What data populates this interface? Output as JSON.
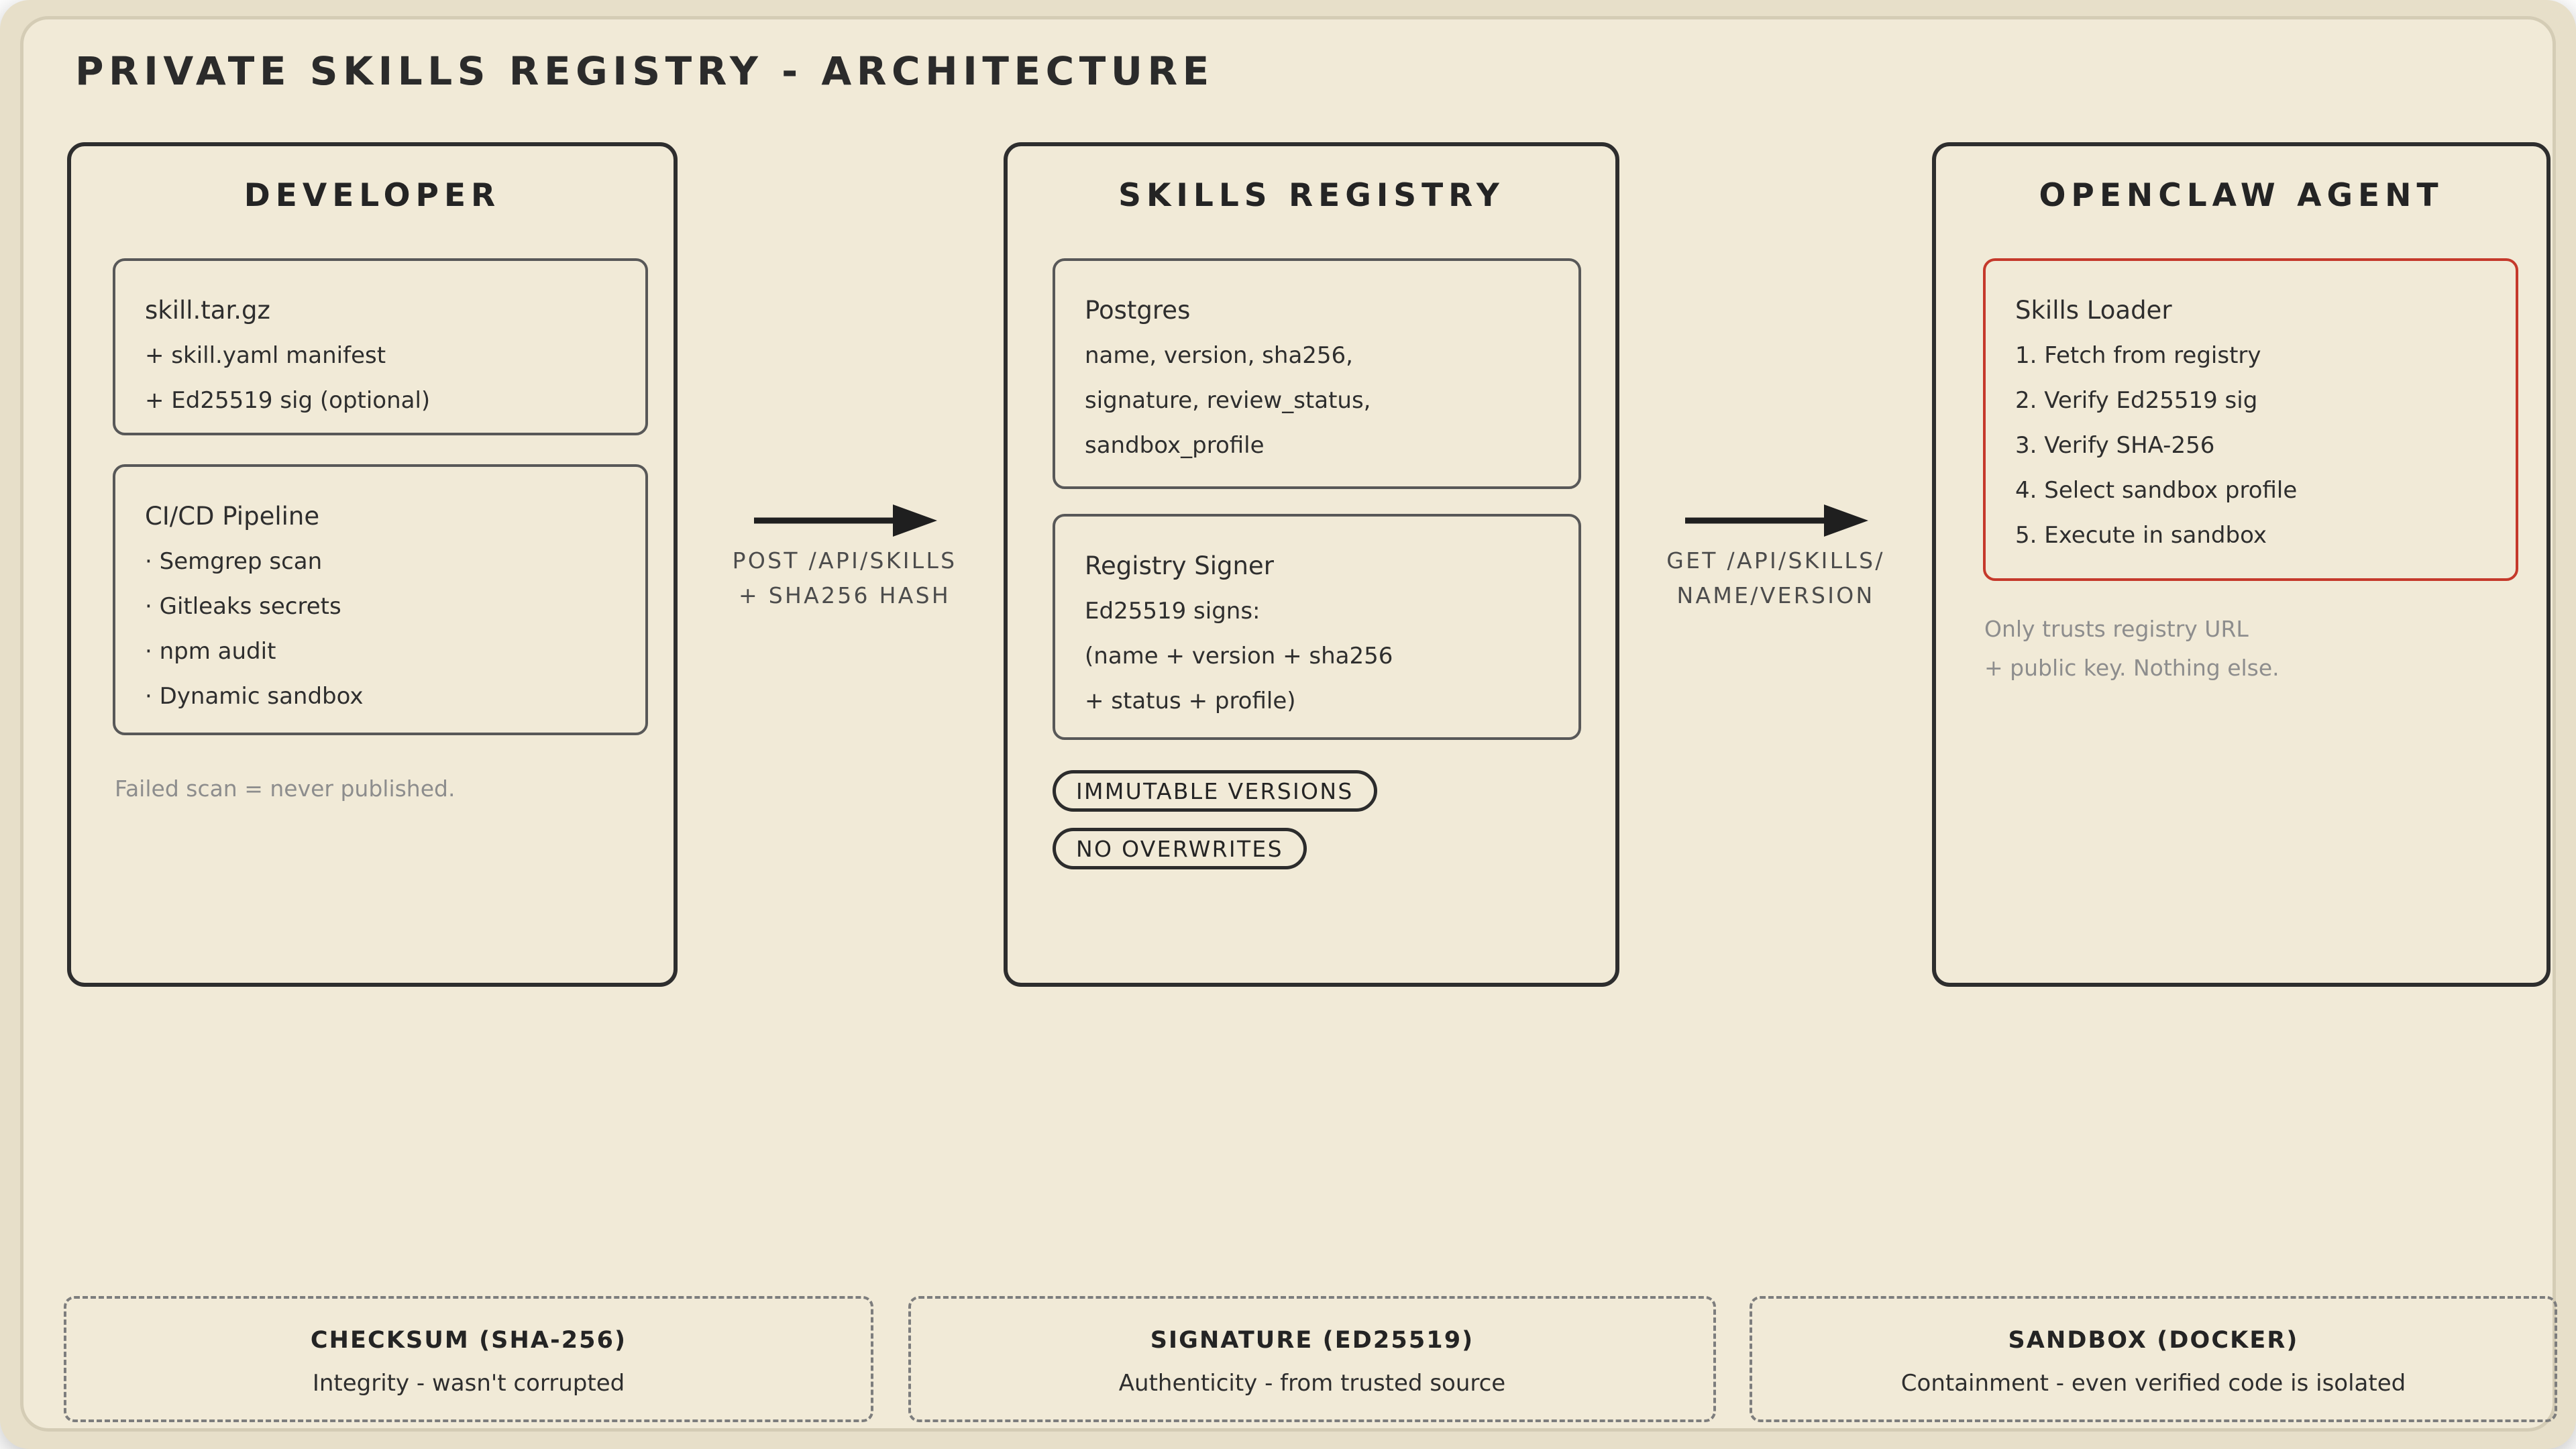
{
  "title": "PRIVATE SKILLS REGISTRY - ARCHITECTURE",
  "colors": {
    "paper": "#f1ead7",
    "paper_outer": "#e7dfc9",
    "ink": "#2e2e2e",
    "muted_gray": "#8d8d8d",
    "subbox_border": "#585858",
    "red_accent": "#c5392b",
    "dashed_border": "#7d7d7d"
  },
  "developer": {
    "title": "DEVELOPER",
    "artifact": {
      "title": "skill.tar.gz",
      "lines": [
        "+ skill.yaml manifest",
        "+ Ed25519 sig (optional)"
      ]
    },
    "pipeline": {
      "title": "CI/CD Pipeline",
      "items": [
        "· Semgrep scan",
        "· Gitleaks secrets",
        "· npm audit",
        "· Dynamic sandbox"
      ]
    },
    "note": "Failed scan = never published."
  },
  "post_arrow": {
    "line1": "POST /API/SKILLS",
    "line2": "+ SHA256 HASH"
  },
  "registry": {
    "title": "SKILLS REGISTRY",
    "postgres": {
      "title": "Postgres",
      "lines": [
        "name, version, sha256,",
        "signature, review_status,",
        "sandbox_profile"
      ]
    },
    "signer": {
      "title": "Registry Signer",
      "lines": [
        "Ed25519 signs:",
        "(name + version + sha256",
        "+ status + profile)"
      ]
    },
    "badges": [
      "IMMUTABLE VERSIONS",
      "NO OVERWRITES"
    ]
  },
  "get_arrow": {
    "line1": "GET /API/SKILLS/",
    "line2": "NAME/VERSION"
  },
  "agent": {
    "title": "OPENCLAW AGENT",
    "loader": {
      "title": "Skills Loader",
      "steps": [
        "1. Fetch from registry",
        "2. Verify Ed25519 sig",
        "3. Verify SHA-256",
        "4. Select sandbox profile",
        "5. Execute in sandbox"
      ]
    },
    "note_line1": "Only trusts registry URL",
    "note_line2": "+ public key. Nothing else."
  },
  "legend": [
    {
      "title": "CHECKSUM (SHA-256)",
      "subtitle": "Integrity - wasn't corrupted"
    },
    {
      "title": "SIGNATURE (ED25519)",
      "subtitle": "Authenticity - from trusted source"
    },
    {
      "title": "SANDBOX (DOCKER)",
      "subtitle": "Containment - even verified code is isolated"
    }
  ]
}
